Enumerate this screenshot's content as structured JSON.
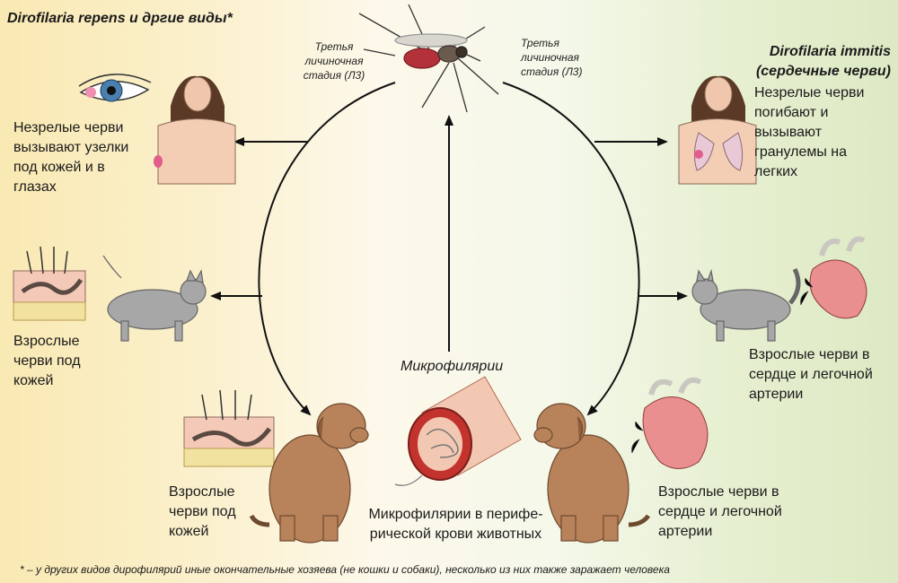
{
  "left_species": "Dirofilaria repens и дргие виды*",
  "right_species": {
    "line1": "Dirofilaria immitis",
    "line2": "(сердечные черви)"
  },
  "stage_l3": {
    "line1": "Третья",
    "line2": "личиночная",
    "line3": "стадия (Л3)"
  },
  "microfilariae_label": "Микрофилярии",
  "left_human_caption": [
    "Незрелые черви",
    "вызывают узелки",
    "под кожей и в",
    "глазах"
  ],
  "left_cat_caption": [
    "Взрослые",
    "черви под",
    "кожей"
  ],
  "left_dog_caption": [
    "Взрослые",
    "черви под",
    "кожей"
  ],
  "right_human_caption": [
    "Незрелые черви",
    "погибают и",
    "вызывают",
    "гранулемы на",
    "легких"
  ],
  "right_cat_caption": [
    "Взрослые черви в",
    "сердце и легочной",
    "артерии"
  ],
  "right_dog_caption": [
    "Взрослые черви в",
    "сердце и легочной",
    "артерии"
  ],
  "blood_caption": [
    "Микрофилярии в перифе-",
    "рической крови животных"
  ],
  "footnote": "* – у других видов дирофилярий иные окончательные хозяева (не кошки и собаки), несколько из них также заражает человека",
  "colors": {
    "arrow": "#111111",
    "dog": "#b8825a",
    "cat": "#a7a7a7",
    "heart": "#e98f8f",
    "skin": "#f2c6b6"
  }
}
